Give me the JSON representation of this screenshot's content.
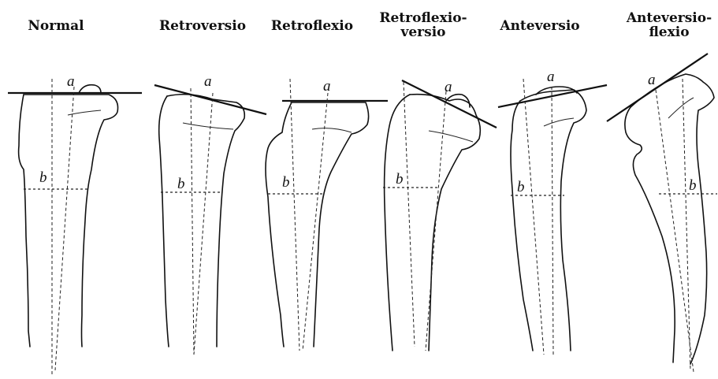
{
  "panels": [
    {
      "title_lines": [
        "Normal"
      ],
      "label_a": "a",
      "label_b": "b"
    },
    {
      "title_lines": [
        "Retroversio"
      ],
      "label_a": "a",
      "label_b": "b"
    },
    {
      "title_lines": [
        "Retroflexio"
      ],
      "label_a": "a",
      "label_b": "b"
    },
    {
      "title_lines": [
        "Retroflexio-",
        "versio"
      ],
      "label_a": "a",
      "label_b": "b"
    },
    {
      "title_lines": [
        "Anteversio"
      ],
      "label_a": "a",
      "label_b": "b"
    },
    {
      "title_lines": [
        "Anteversio-",
        "flexio"
      ],
      "label_a": "a",
      "label_b": "b"
    }
  ]
}
